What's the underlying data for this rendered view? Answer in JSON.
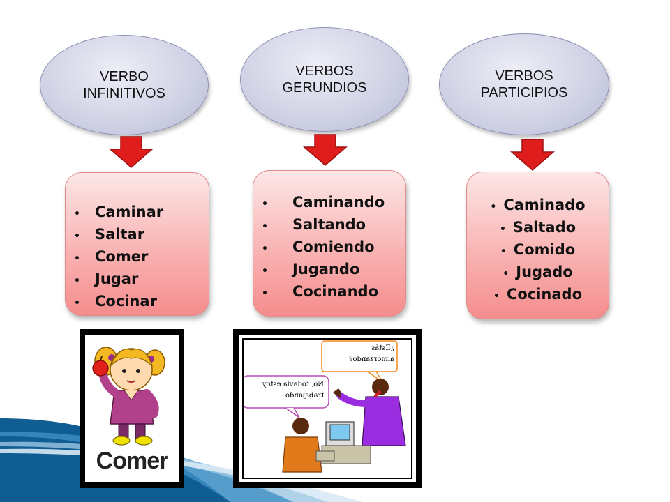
{
  "colors": {
    "oval_fill": "#d2d4e6",
    "arrow_red": "#e01d1d",
    "box_pink": "#f9b3b3",
    "swoosh_blue": "#1c6fa8"
  },
  "columns": [
    {
      "heading_lines": [
        "VERBO",
        "INFINITIVOS"
      ],
      "items": [
        "Caminar",
        "Saltar",
        "Comer",
        "Jugar",
        "Cocinar"
      ]
    },
    {
      "heading_lines": [
        "VERBOS",
        "GERUNDIOS"
      ],
      "items": [
        "Caminando",
        "Saltando",
        "Comiendo",
        "Jugando",
        "Cocinando"
      ]
    },
    {
      "heading_lines": [
        "VERBOS",
        "PARTICIPIOS"
      ],
      "items": [
        "Caminado",
        "Saltado",
        "Comido",
        "Jugado",
        "Cocinado"
      ]
    }
  ],
  "images": {
    "girl_caption": "Comer",
    "office_speech_top": "¿Estás almorzando?",
    "office_speech_left": "No, todavía estoy trabajando"
  }
}
